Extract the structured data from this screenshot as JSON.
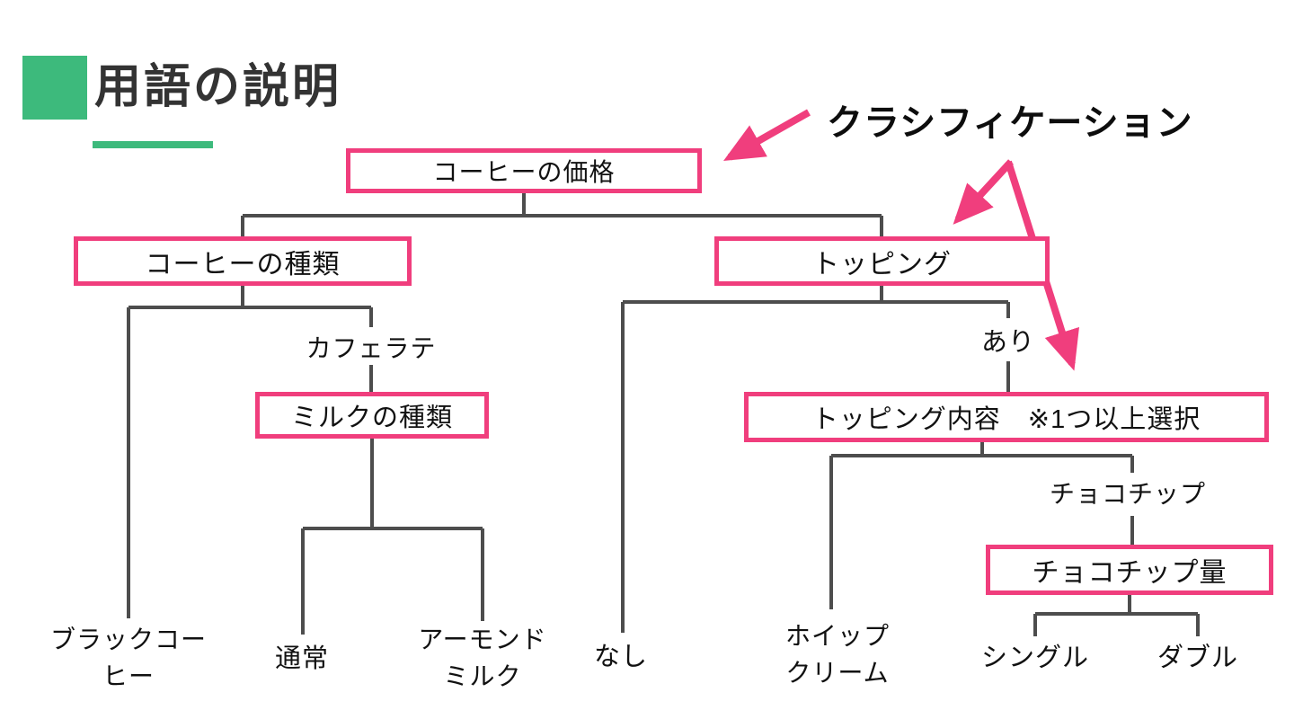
{
  "header": {
    "title": "用語の説明"
  },
  "annotation": {
    "label": "クラシフィケーション",
    "points_to": [
      "コーヒーの価格",
      "トッピング",
      "トッピング内容　※1つ以上選択"
    ]
  },
  "colors": {
    "pink": "#F03E7D",
    "green": "#3DBA7C",
    "line": "#4d4d4d",
    "ink": "#1a1a1a"
  },
  "tree": {
    "nodes": {
      "coffee_price": "コーヒーの価格",
      "coffee_type": "コーヒーの種類",
      "topping": "トッピング",
      "milk_type": "ミルクの種類",
      "topping_content": "トッピング内容　※1つ以上選択",
      "chocochip_amount": "チョコチップ量"
    },
    "edge_labels": {
      "cafe_latte": "カフェラテ",
      "ari": "あり",
      "chocochip": "チョコチップ"
    },
    "leaves": {
      "black_coffee": "ブラックコーヒー",
      "normal": "通常",
      "almond_milk": "アーモンドミルク",
      "nashi": "なし",
      "whipped_cream": "ホイップクリーム",
      "single": "シングル",
      "double": "ダブル"
    },
    "structure": [
      {
        "parent": "コーヒーの価格",
        "children": [
          "コーヒーの種類",
          "トッピング"
        ]
      },
      {
        "parent": "コーヒーの種類",
        "children": [
          "ブラックコーヒー",
          "カフェラテ"
        ]
      },
      {
        "parent": "カフェラテ",
        "children": [
          "ミルクの種類"
        ]
      },
      {
        "parent": "ミルクの種類",
        "children": [
          "通常",
          "アーモンドミルク"
        ]
      },
      {
        "parent": "トッピング",
        "children": [
          "なし",
          "あり"
        ]
      },
      {
        "parent": "あり",
        "children": [
          "トッピング内容　※1つ以上選択"
        ]
      },
      {
        "parent": "トッピング内容　※1つ以上選択",
        "children": [
          "ホイップクリーム",
          "チョコチップ"
        ]
      },
      {
        "parent": "チョコチップ",
        "children": [
          "チョコチップ量"
        ]
      },
      {
        "parent": "チョコチップ量",
        "children": [
          "シングル",
          "ダブル"
        ]
      }
    ]
  }
}
